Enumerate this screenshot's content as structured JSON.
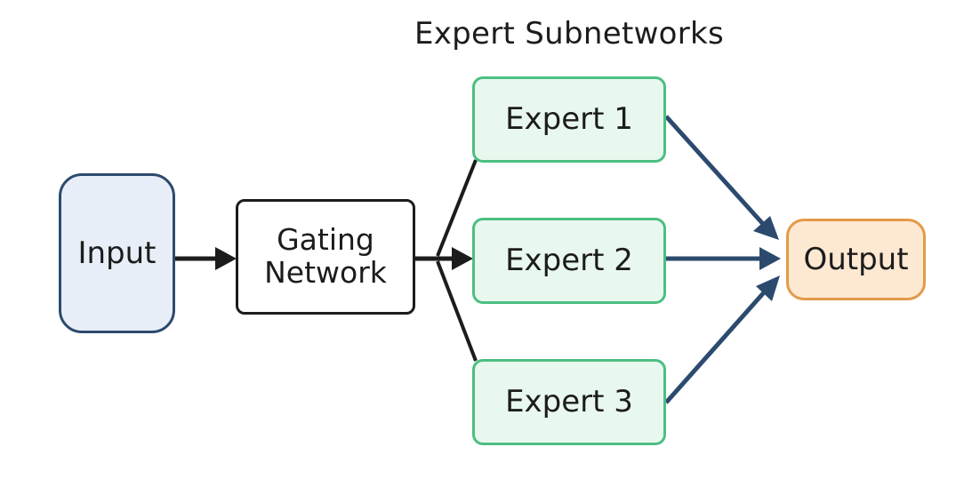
{
  "diagram": {
    "title": "Expert Subnetworks",
    "nodes": {
      "input": {
        "label": "Input"
      },
      "gating": {
        "label_line1": "Gating",
        "label_line2": "Network"
      },
      "expert1": {
        "label": "Expert 1"
      },
      "expert2": {
        "label": "Expert 2"
      },
      "expert3": {
        "label": "Expert 3"
      },
      "output": {
        "label": "Output"
      }
    },
    "colors": {
      "input_border": "#2c4a6e",
      "input_fill": "#e8eef8",
      "gating_border": "#1c1c1c",
      "expert_border": "#4cbf82",
      "expert_fill": "#e8f8ee",
      "output_border": "#e39a48",
      "output_fill": "#fde8d2",
      "dark_arrow": "#1c1c1c",
      "blue_arrow": "#2c4a6e"
    }
  }
}
